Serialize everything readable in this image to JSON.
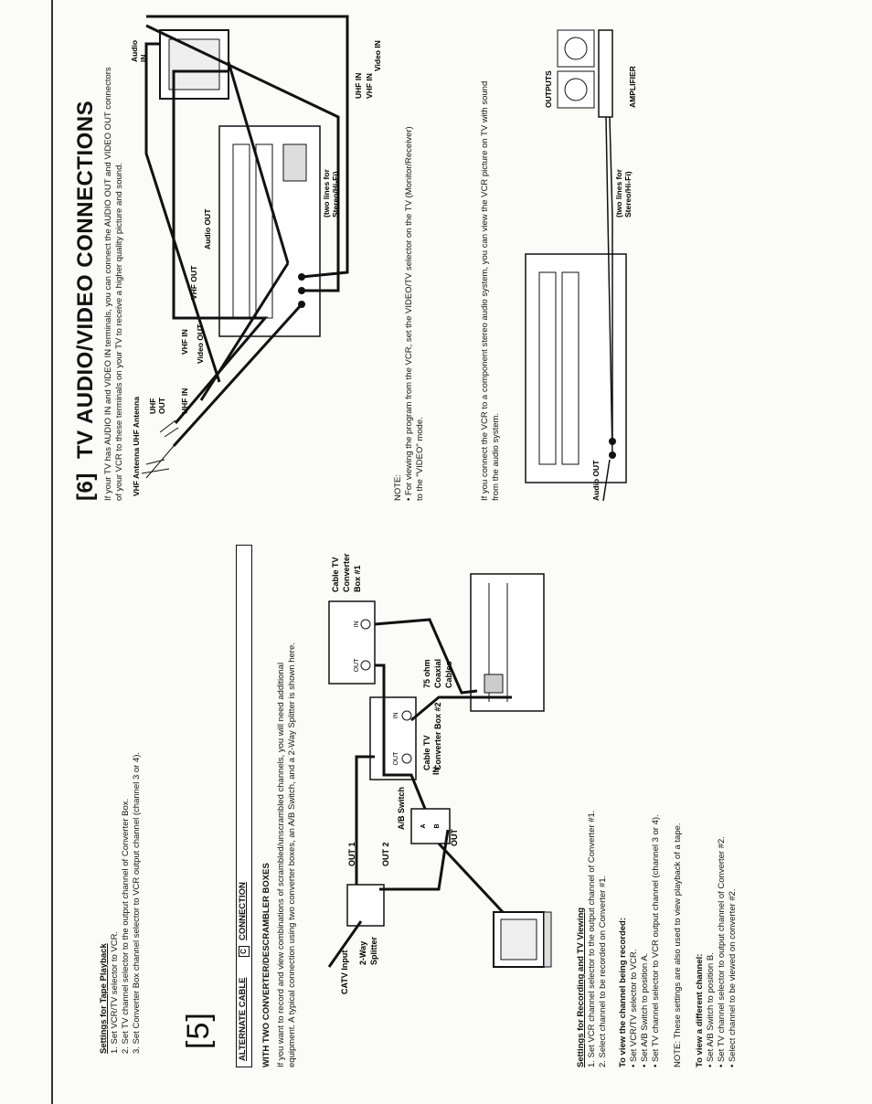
{
  "tape_playback": {
    "heading": "Settings for Tape Playback",
    "steps": [
      "1. Set VCR/TV selector to VCR.",
      "2. Set TV channel selector to the output channel of Converter Box.",
      "3. Set Converter Box channel selector to VCR output channel (channel 3 or 4)."
    ]
  },
  "section5": {
    "number": "[5]",
    "title": "ALTERNATE CABLE",
    "title_icon": "C",
    "title_suffix": "CONNECTION",
    "subheading": "WITH TWO CONVERTER/DESCRAMBLER BOXES",
    "intro": [
      "If you want to record and view combinations of scrambled/unscrambled channels, you will need additional",
      "equipment. A typical connection using two converter boxes, an A/B Switch, and a 2-Way Splitter is shown here."
    ],
    "diagram_labels": {
      "catv_input": "CATV Input",
      "splitter": [
        "2-Way",
        "Splitter"
      ],
      "out1": "OUT 1",
      "out2": "OUT 2",
      "box2": [
        "Cable TV",
        "Converter Box #2"
      ],
      "box1": [
        "Cable TV",
        "Converter",
        "Box #1"
      ],
      "coax": [
        "75 ohm",
        "Coaxial",
        "Cables"
      ],
      "ab_switch": "A/B Switch",
      "ab_in": "IN",
      "ab_out": "OUT",
      "out": "OUT",
      "in": "IN",
      "a": "A",
      "b": "B"
    },
    "recording_heading": "Settings for Recording and TV Viewing",
    "recording_steps": [
      "1. Set VCR channel selector to the output channel of Converter #1.",
      "2. Select channel to be recorded on Converter #1."
    ],
    "view_recorded_heading": "To view the channel being recorded:",
    "view_recorded_items": [
      "• Set VCR/TV selector to VCR.",
      "• Set A/B Switch to position A.",
      "• Set TV channel selector to VCR output channel (channel 3 or 4)."
    ],
    "note": "NOTE: These settings are also used to view playback of a tape.",
    "view_different_heading": "To view a different channel:",
    "view_different_items": [
      "• Set A/B Switch to position B.",
      "• Set TV channel selector to output channel of Converter #2.",
      "• Select channel to be viewed on converter #2."
    ]
  },
  "section6": {
    "number": "[6]",
    "title": "TV AUDIO/VIDEO CONNECTIONS",
    "intro": [
      "If your TV has AUDIO IN and VIDEO IN terminals, you can connect the AUDIO OUT and VIDEO OUT connectors",
      "of your VCR to these terminals on your TV to receive a higher quality picture and sound."
    ],
    "diagram_labels": {
      "vhf_uhf_antenna": "VHF Antenna  UHF Antenna",
      "video_out": "Video OUT",
      "audio_out": "Audio OUT",
      "two_lines": [
        "(two lines for",
        "Stereo/Hi-Fi)"
      ],
      "uhf_in_tv": "UHF IN",
      "vhf_in_tv": "VHF IN",
      "audio_in": [
        "Audio",
        "IN"
      ],
      "video_in": "Video IN",
      "uhf_out": [
        "UHF",
        "OUT"
      ],
      "uhf_in": "UHF IN",
      "vhf_in": "VHF IN",
      "vhf_out": "VHF OUT"
    },
    "note_heading": "NOTE:",
    "note_lines": [
      "• For viewing the program from the VCR, set the VIDEO/TV selector on the TV (Monitor/Receiver)",
      "  to the \"VIDEO\" mode."
    ],
    "stereo_text": [
      "If you connect the VCR to a component stereo audio system, you can view the VCR picture on TV with sound",
      "from the audio system."
    ],
    "stereo_labels": {
      "audio_out": "Audio OUT",
      "two_lines": [
        "(two lines for",
        "Stereo/Hi-Fi)"
      ],
      "outputs": "OUTPUTS",
      "amplifier": "AMPLIFIER"
    }
  }
}
